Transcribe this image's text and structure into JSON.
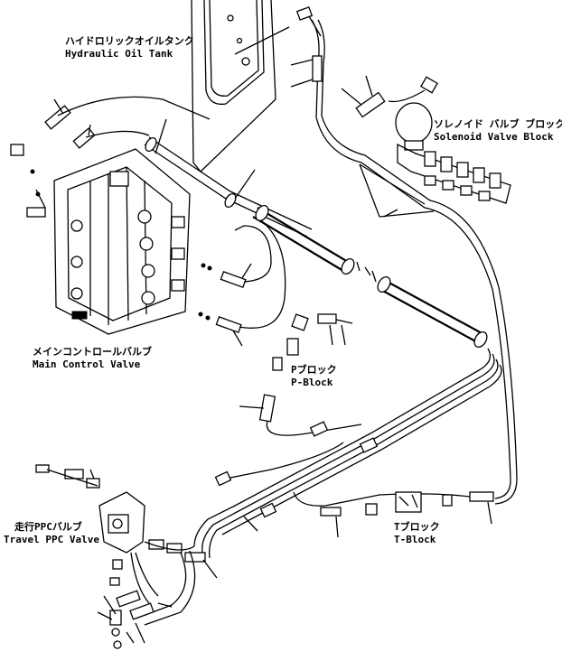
{
  "labels": {
    "hydraulic_tank_jp": "ハイドロリックオイルタンク",
    "hydraulic_tank_en": "Hydraulic Oil Tank",
    "solenoid_jp": "ソレノイド バルブ ブロック",
    "solenoid_en": "Solenoid Valve Block",
    "main_valve_jp": "メインコントロールバルブ",
    "main_valve_en": "Main Control Valve",
    "p_block_jp": "Pブロック",
    "p_block_en": "P-Block",
    "travel_ppc_jp": "走行PPCバルブ",
    "travel_ppc_en": "Travel PPC Valve",
    "t_block_jp": "Tブロック",
    "t_block_en": "T-Block"
  },
  "colors": {
    "ink": "#000000",
    "paper": "#ffffff"
  }
}
